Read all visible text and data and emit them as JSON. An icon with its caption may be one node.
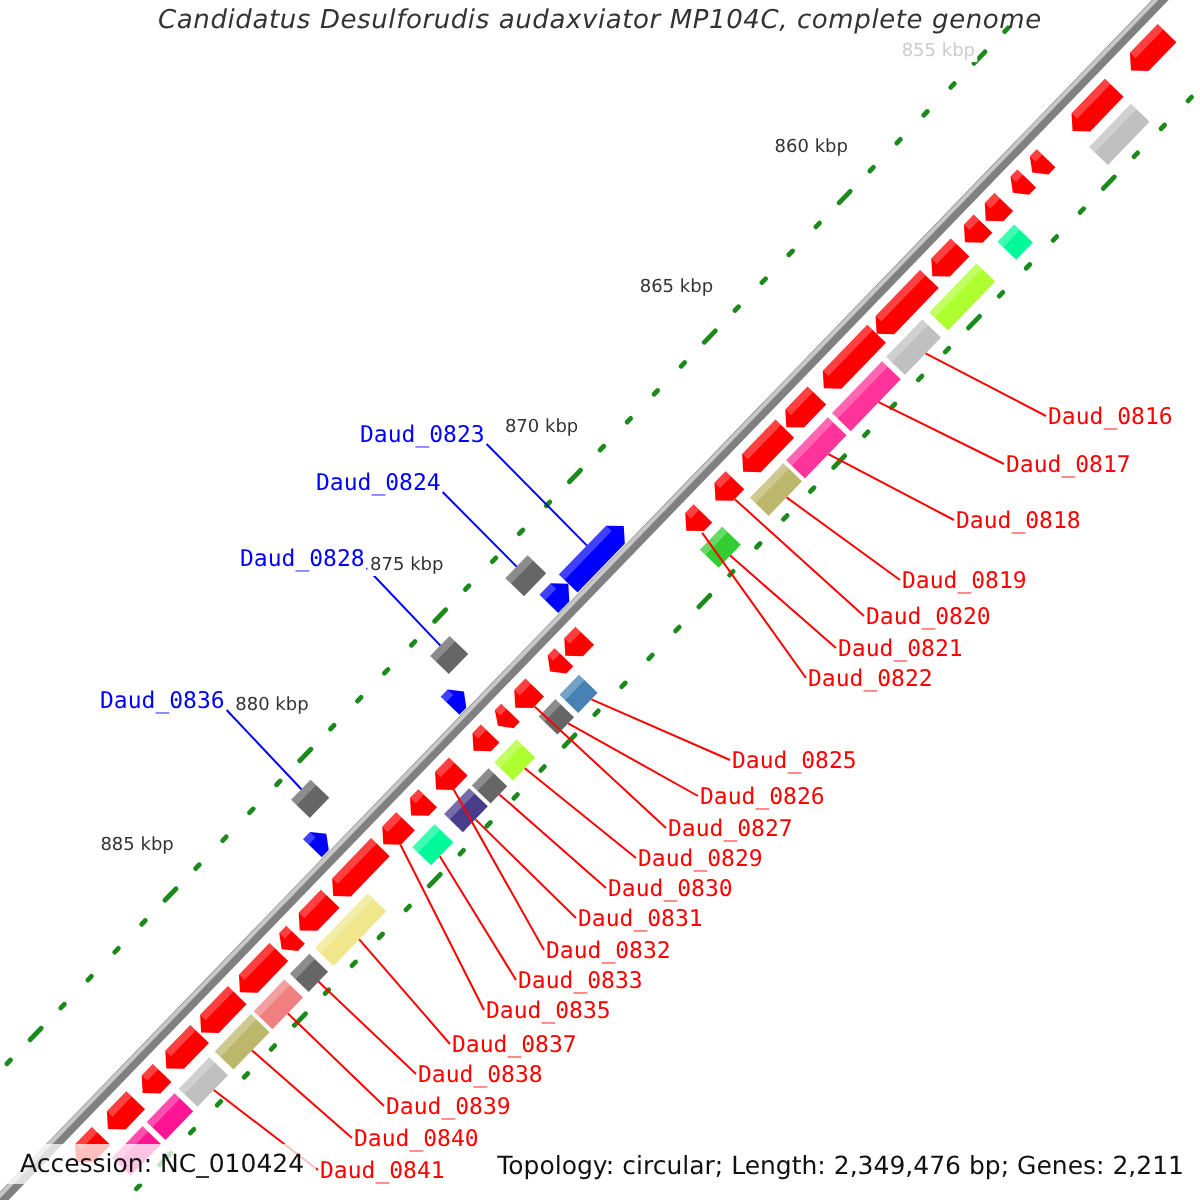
{
  "diagram": {
    "title": "Candidatus Desulforudis audaxviator MP104C, complete genome",
    "nodes": [
      {
        "text": [
          "Daud_0816"
        ]
      },
      {
        "text": [
          "Daud_0823"
        ]
      },
      {
        "text": [
          "Daud_0817"
        ]
      },
      {
        "text": [
          "Daud_0824"
        ]
      },
      {
        "text": [
          "Daud_0818"
        ]
      },
      {
        "text": [
          "Daud_0828"
        ]
      },
      {
        "text": [
          "Daud_0819"
        ]
      },
      {
        "text": [
          "Daud_0820"
        ]
      },
      {
        "text": [
          "Daud_0821"
        ]
      },
      {
        "text": [
          "Daud_0822"
        ]
      },
      {
        "text": [
          "Daud_0836"
        ]
      },
      {
        "text": [
          "Daud_0825"
        ]
      },
      {
        "text": [
          "Daud_0826"
        ]
      },
      {
        "text": [
          "Daud_0827"
        ]
      },
      {
        "text": [
          "Daud_0829"
        ]
      },
      {
        "text": [
          "Daud_0830"
        ]
      },
      {
        "text": [
          "Daud_0831"
        ]
      },
      {
        "text": [
          "Daud_0832"
        ]
      },
      {
        "text": [
          "Daud_0833"
        ]
      },
      {
        "text": [
          "Daud_0835"
        ]
      },
      {
        "text": [
          "Daud_0837"
        ]
      },
      {
        "text": [
          "Daud_0838"
        ]
      },
      {
        "text": [
          "Daud_0839"
        ]
      },
      {
        "text": [
          "Daud_0840"
        ]
      },
      {
        "text": [
          "Daud_0841"
        ]
      },
      {
        "text": [],
        "shape": "box"
      },
      {
        "text": [],
        "shape": "arrow"
      },
      {
        "text": [],
        "shape": "box"
      },
      {
        "text": [],
        "shape": "diamond"
      },
      {
        "text": [],
        "shape": "box"
      },
      {
        "text": [],
        "shape": "diamond"
      },
      {
        "text": [],
        "shape": "box"
      },
      {
        "text": [],
        "shape": "arrow"
      },
      {
        "text": [],
        "shape": "diamond"
      },
      {
        "text": [],
        "shape": "arrow"
      },
      {
        "text": [],
        "shape": "diamond"
      },
      {
        "text": [],
        "shape": "diamond"
      },
      {
        "text": [],
        "shape": "diamond"
      },
      {
        "text": [],
        "shape": "arrow"
      },
      {
        "text": [],
        "shape": "diamond"
      },
      {
        "text": [],
        "shape": "diamond"
      },
      {
        "text": [],
        "shape": "box"
      },
      {
        "text": [],
        "shape": "arrow"
      },
      {
        "text": [],
        "shape": "diamond"
      },
      {
        "text": [],
        "shape": "arrow"
      },
      {
        "text": [],
        "shape": "box"
      },
      {
        "text": [],
        "shape": "diamond"
      },
      {
        "text": [],
        "shape": "box"
      },
      {
        "text": [],
        "shape": "box"
      },
      {
        "text": [],
        "shape": "box"
      },
      {
        "text": [],
        "shape": "arrow"
      },
      {
        "text": [],
        "shape": "arrow"
      },
      {
        "text": [],
        "shape": "box"
      },
      {
        "text": [],
        "shape": "arrow"
      },
      {
        "text": [],
        "shape": "arrow"
      },
      {
        "text": [],
        "shape": "arrow"
      },
      {
        "text": [],
        "shape": "arrow"
      },
      {
        "text": [],
        "shape": "diamond"
      },
      {
        "text": [],
        "shape": "arrow"
      },
      {
        "text": [],
        "shape": "arrow"
      },
      {
        "text": [],
        "shape": "box"
      },
      {
        "text": [],
        "shape": "arrow"
      },
      {
        "text": [],
        "shape": "arrow"
      },
      {
        "text": [],
        "shape": "arrow"
      },
      {
        "text": [],
        "shape": "arrow"
      },
      {
        "text": [],
        "shape": "arrow"
      },
      {
        "text": [],
        "shape": "arrow"
      },
      {
        "text": [],
        "shape": "arrow"
      },
      {
        "text": [],
        "shape": "arrow"
      },
      {
        "text": [],
        "shape": "arrow"
      },
      {
        "text": [],
        "shape": "arrow"
      },
      {
        "text": [],
        "shape": "arrow"
      },
      {
        "text": [],
        "shape": "arrow"
      },
      {
        "text": [],
        "shape": "arrow"
      },
      {
        "text": [],
        "shape": "arrow"
      },
      {
        "text": [],
        "shape": "arrow"
      },
      {
        "text": [],
        "shape": "arrow"
      },
      {
        "text": [],
        "shape": "arrow"
      },
      {
        "text": [],
        "shape": "arrow"
      },
      {
        "text": [],
        "shape": "arrow"
      },
      {
        "text": [],
        "shape": "arrow"
      },
      {
        "text": [],
        "shape": "box"
      },
      {
        "text": [],
        "shape": "box"
      }
    ],
    "edges": [
      {
        "from": 0,
        "to": 25,
        "arrow": "none"
      },
      {
        "from": 1,
        "to": 26,
        "arrow": "none",
        "color": "#0000ff"
      },
      {
        "from": 2,
        "to": 27,
        "arrow": "none"
      },
      {
        "from": 3,
        "to": 28,
        "arrow": "none",
        "color": "#0000ff"
      },
      {
        "from": 4,
        "to": 29,
        "arrow": "none"
      },
      {
        "from": 5,
        "to": 30,
        "arrow": "none",
        "color": "#0000ff"
      },
      {
        "from": 6,
        "to": 31,
        "arrow": "none"
      },
      {
        "from": 7,
        "to": 32,
        "arrow": "none"
      },
      {
        "from": 8,
        "to": 33,
        "arrow": "none"
      },
      {
        "from": 9,
        "to": 34,
        "arrow": "none"
      },
      {
        "from": 10,
        "to": 35,
        "arrow": "none",
        "color": "#0000ff"
      },
      {
        "from": 11,
        "to": 36,
        "arrow": "none"
      },
      {
        "from": 12,
        "to": 37,
        "arrow": "none"
      },
      {
        "from": 13,
        "to": 38,
        "arrow": "none"
      },
      {
        "from": 14,
        "to": 39,
        "arrow": "none"
      },
      {
        "from": 15,
        "to": 40,
        "arrow": "none"
      },
      {
        "from": 16,
        "to": 41,
        "arrow": "none"
      },
      {
        "from": 17,
        "to": 42,
        "arrow": "none"
      },
      {
        "from": 18,
        "to": 43,
        "arrow": "none"
      },
      {
        "from": 19,
        "to": 44,
        "arrow": "none"
      },
      {
        "from": 20,
        "to": 45,
        "arrow": "none"
      },
      {
        "from": 21,
        "to": 46,
        "arrow": "none"
      },
      {
        "from": 22,
        "to": 47,
        "arrow": "none"
      },
      {
        "from": 23,
        "to": 48,
        "arrow": "none"
      },
      {
        "from": 24,
        "to": 49,
        "arrow": "none"
      }
    ],
    "labels": [
      "855 kbp",
      "860 kbp",
      "865 kbp",
      "870 kbp",
      "875 kbp",
      "880 kbp",
      "885 kbp",
      "Accession: NC_010424",
      "Topology: circular; Length: 2,349,476 bp; Genes: 2,211"
    ]
  }
}
